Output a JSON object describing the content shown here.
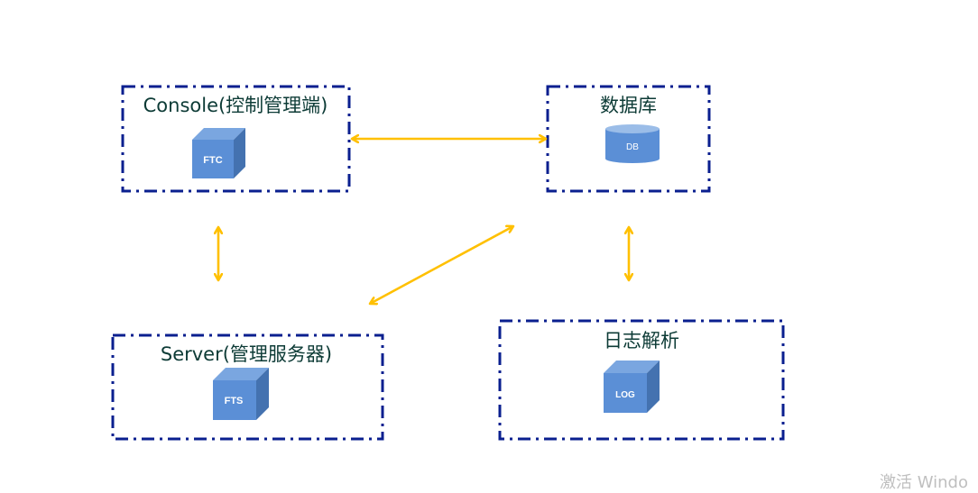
{
  "diagram": {
    "nodes": [
      {
        "id": "console",
        "title": "Console(控制管理端)",
        "icon": "cube-icon",
        "icon_label": "FTC"
      },
      {
        "id": "database",
        "title": "数据库",
        "icon": "database-cylinder-icon",
        "icon_label": "DB"
      },
      {
        "id": "server",
        "title": "Server(管理服务器)",
        "icon": "cube-icon",
        "icon_label": "FTS"
      },
      {
        "id": "log",
        "title": "日志解析",
        "icon": "cube-icon",
        "icon_label": "LOG"
      }
    ],
    "connections": [
      {
        "from": "console",
        "to": "database",
        "direction": "bidirectional"
      },
      {
        "from": "console",
        "to": "server",
        "direction": "bidirectional"
      },
      {
        "from": "server",
        "to": "database",
        "direction": "bidirectional"
      },
      {
        "from": "database",
        "to": "log",
        "direction": "bidirectional"
      }
    ],
    "colors": {
      "box_border": "#0a1f8f",
      "arrow": "#ffc000",
      "cube_front": "#5b8fd6",
      "cube_top": "#7aa6e0",
      "cube_side": "#4472b0",
      "title_text": "#0d3b36"
    }
  },
  "watermark": "激活 Windo"
}
